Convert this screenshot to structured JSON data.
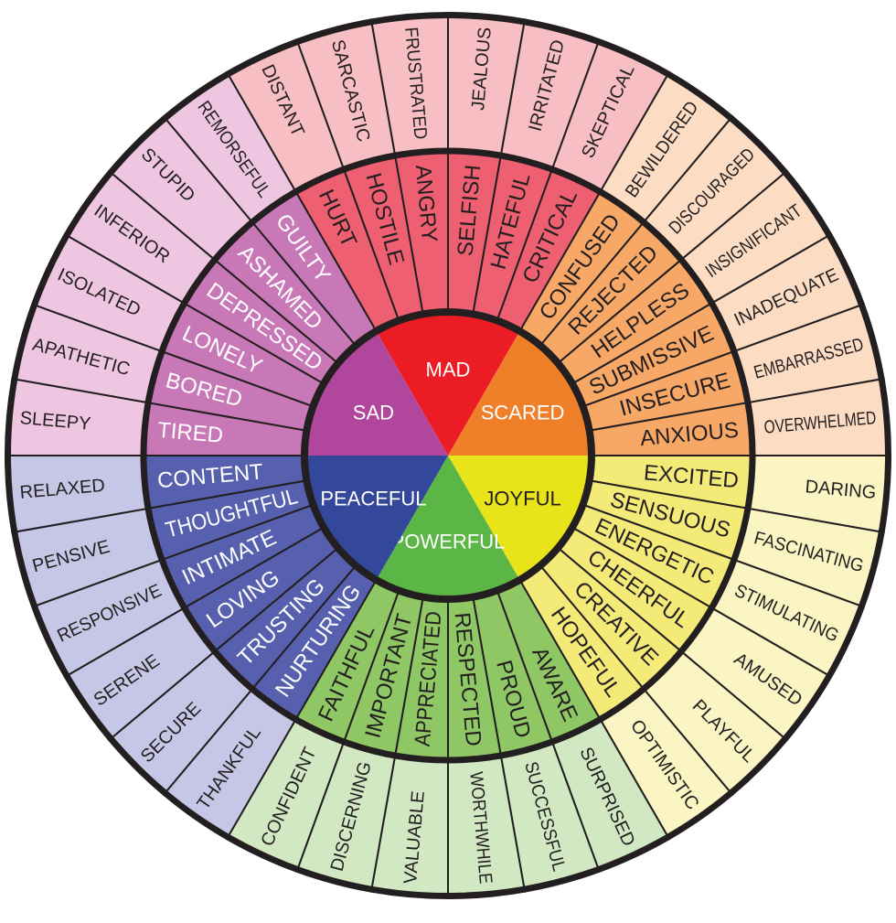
{
  "core": [
    {
      "label": "MAD",
      "color": "#ec1c24"
    },
    {
      "label": "SCARED",
      "color": "#f07f2a"
    },
    {
      "label": "JOYFUL",
      "color": "#e9e31a"
    },
    {
      "label": "POWERFUL",
      "color": "#5cb646"
    },
    {
      "label": "PEACEFUL",
      "color": "#33479b"
    },
    {
      "label": "SAD",
      "color": "#b0479d"
    }
  ],
  "middle": [
    {
      "group": "MAD",
      "color": "#ef5f72",
      "items": [
        "HURT",
        "HOSTILE",
        "ANGRY",
        "SELFISH",
        "HATEFUL",
        "CRITICAL"
      ]
    },
    {
      "group": "SCARED",
      "color": "#f7a866",
      "items": [
        "CONFUSED",
        "REJECTED",
        "HELPLESS",
        "SUBMISSIVE",
        "INSECURE",
        "ANXIOUS"
      ]
    },
    {
      "group": "JOYFUL",
      "color": "#f4ea78",
      "items": [
        "EXCITED",
        "SENSUOUS",
        "ENERGETIC",
        "CHEERFUL",
        "CREATIVE",
        "HOPEFUL"
      ]
    },
    {
      "group": "POWERFUL",
      "color": "#8fc765",
      "items": [
        "AWARE",
        "PROUD",
        "RESPECTED",
        "APPRECIATED",
        "IMPORTANT",
        "FAITHFUL"
      ]
    },
    {
      "group": "PEACEFUL",
      "color": "#5660ae",
      "items": [
        "NURTURING",
        "TRUSTING",
        "LOVING",
        "INTIMATE",
        "THOUGHTFUL",
        "CONTENT"
      ]
    },
    {
      "group": "SAD",
      "color": "#c978b7",
      "items": [
        "TIRED",
        "BORED",
        "LONELY",
        "DEPRESSED",
        "ASHAMED",
        "GUILTY"
      ]
    }
  ],
  "outer": [
    {
      "group": "MAD",
      "color": "#f7bec3",
      "items": [
        "DISTANT",
        "SARCASTIC",
        "FRUSTRATED",
        "JEALOUS",
        "IRRITATED",
        "SKEPTICAL"
      ]
    },
    {
      "group": "SCARED",
      "color": "#fcdcc2",
      "items": [
        "BEWILDERED",
        "DISCOURAGED",
        "INSIGNIFICANT",
        "INADEQUATE",
        "EMBARRASSED",
        "OVERWHELMED"
      ]
    },
    {
      "group": "JOYFUL",
      "color": "#faf5c2",
      "items": [
        "DARING",
        "FASCINATING",
        "STIMULATING",
        "AMUSED",
        "PLAYFUL",
        "OPTIMISTIC"
      ]
    },
    {
      "group": "POWERFUL",
      "color": "#d1e8c2",
      "items": [
        "SURPRISED",
        "SUCCESSFUL",
        "WORTHWHILE",
        "VALUABLE",
        "DISCERNING",
        "CONFIDENT"
      ]
    },
    {
      "group": "PEACEFUL",
      "color": "#c6c6e6",
      "items": [
        "THANKFUL",
        "SECURE",
        "SERENE",
        "RESPONSIVE",
        "PENSIVE",
        "RELAXED"
      ]
    },
    {
      "group": "SAD",
      "color": "#efc6e1",
      "items": [
        "SLEEPY",
        "APATHETIC",
        "ISOLATED",
        "INFERIOR",
        "STUPID",
        "REMORSEFUL"
      ]
    }
  ]
}
